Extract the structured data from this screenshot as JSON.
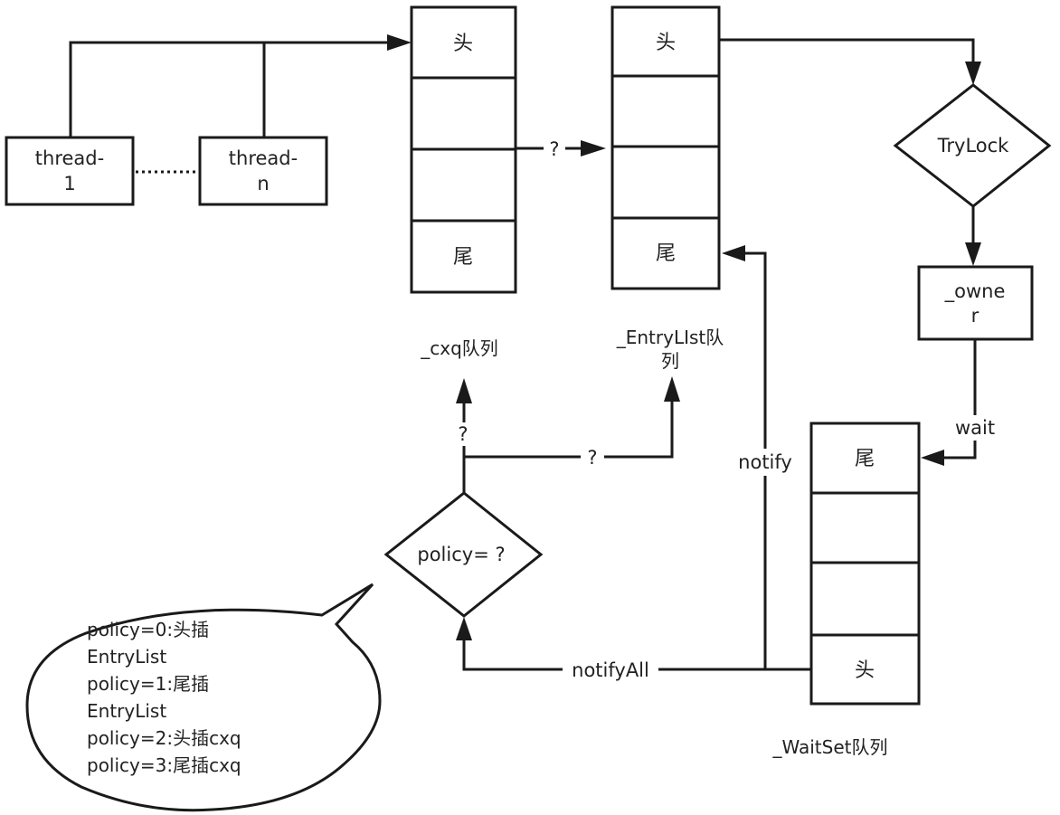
{
  "threads": {
    "first": [
      "thread-",
      "1"
    ],
    "last": [
      "thread-",
      "n"
    ]
  },
  "cxq": {
    "head": "头",
    "tail": "尾",
    "caption": "_cxq队列"
  },
  "entrylist": {
    "head": "头",
    "tail": "尾",
    "caption": [
      "_EntryLIst队",
      "列"
    ]
  },
  "trylock": {
    "label": "TryLock"
  },
  "owner": {
    "label": [
      "_owne",
      "r"
    ]
  },
  "waitset": {
    "tail": "尾",
    "head": "头",
    "caption": "_WaitSet队列"
  },
  "policy": {
    "label": "policy= ?"
  },
  "edges": {
    "cxq_to_entry": "?",
    "policy_to_cxq": "?",
    "policy_to_entry": "?",
    "wait": "wait",
    "notify": "notify",
    "notify_all": "notifyAll"
  },
  "note": {
    "lines": [
      "policy=0:头插",
      "EntryList",
      "policy=1:尾插",
      "EntryList",
      "policy=2:头插cxq",
      "policy=3:尾插cxq"
    ]
  }
}
